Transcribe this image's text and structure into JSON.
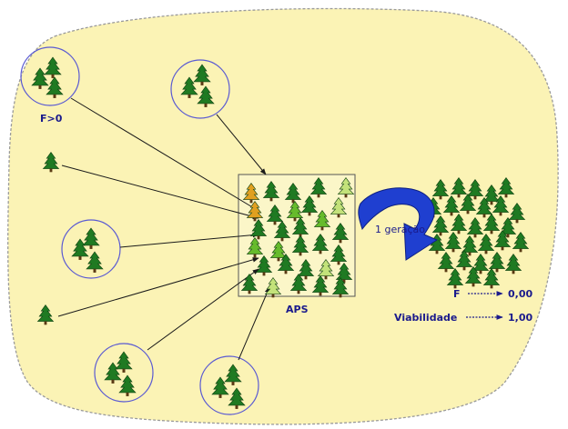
{
  "labels": {
    "f_positive": "F>0",
    "aps": "APS",
    "generation": "1 geração",
    "f_label": "F",
    "f_value": "0,00",
    "viability_label": "Viabilidade",
    "viability_value": "1,00"
  },
  "colors": {
    "region_fill": "#fbf3b5",
    "region_border": "#9a9a9a",
    "circle_stroke": "#5a5ad2",
    "arrow_line": "#1a1a1a",
    "tree_dark": "#1f7a22",
    "tree_light": "#66bb2c",
    "tree_pale": "#c3e27a",
    "tree_orange": "#e0a020",
    "big_arrow": "#1f3fd0",
    "text": "#1a1a8c"
  },
  "icons": {
    "tree": "pine-tree-icon",
    "curved_arrow": "curved-arrow-icon"
  }
}
